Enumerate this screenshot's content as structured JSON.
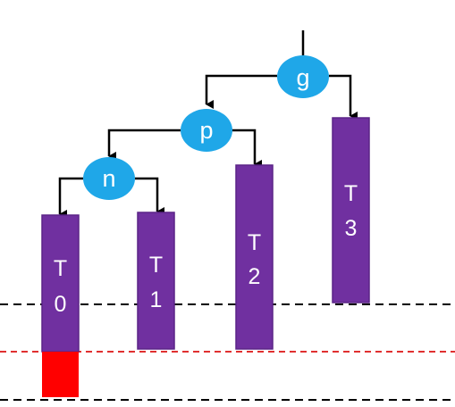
{
  "colors": {
    "node_fill": "#1FA7E8",
    "tree_fill": "#7030A0",
    "tree_stroke": "#5B2487",
    "overflow_fill": "#FF0000",
    "edge": "#000000",
    "dashed_level": "#000000",
    "dashed_highlight": "#E03030"
  },
  "nodes": [
    {
      "key": "g",
      "label": "g"
    },
    {
      "key": "p",
      "label": "p"
    },
    {
      "key": "n",
      "label": "n"
    }
  ],
  "subtrees": [
    {
      "key": "t0",
      "label_line1": "T",
      "label_line2": "0"
    },
    {
      "key": "t1",
      "label_line1": "T",
      "label_line2": "1"
    },
    {
      "key": "t2",
      "label_line1": "T",
      "label_line2": "2"
    },
    {
      "key": "t3",
      "label_line1": "T",
      "label_line2": "3"
    }
  ]
}
